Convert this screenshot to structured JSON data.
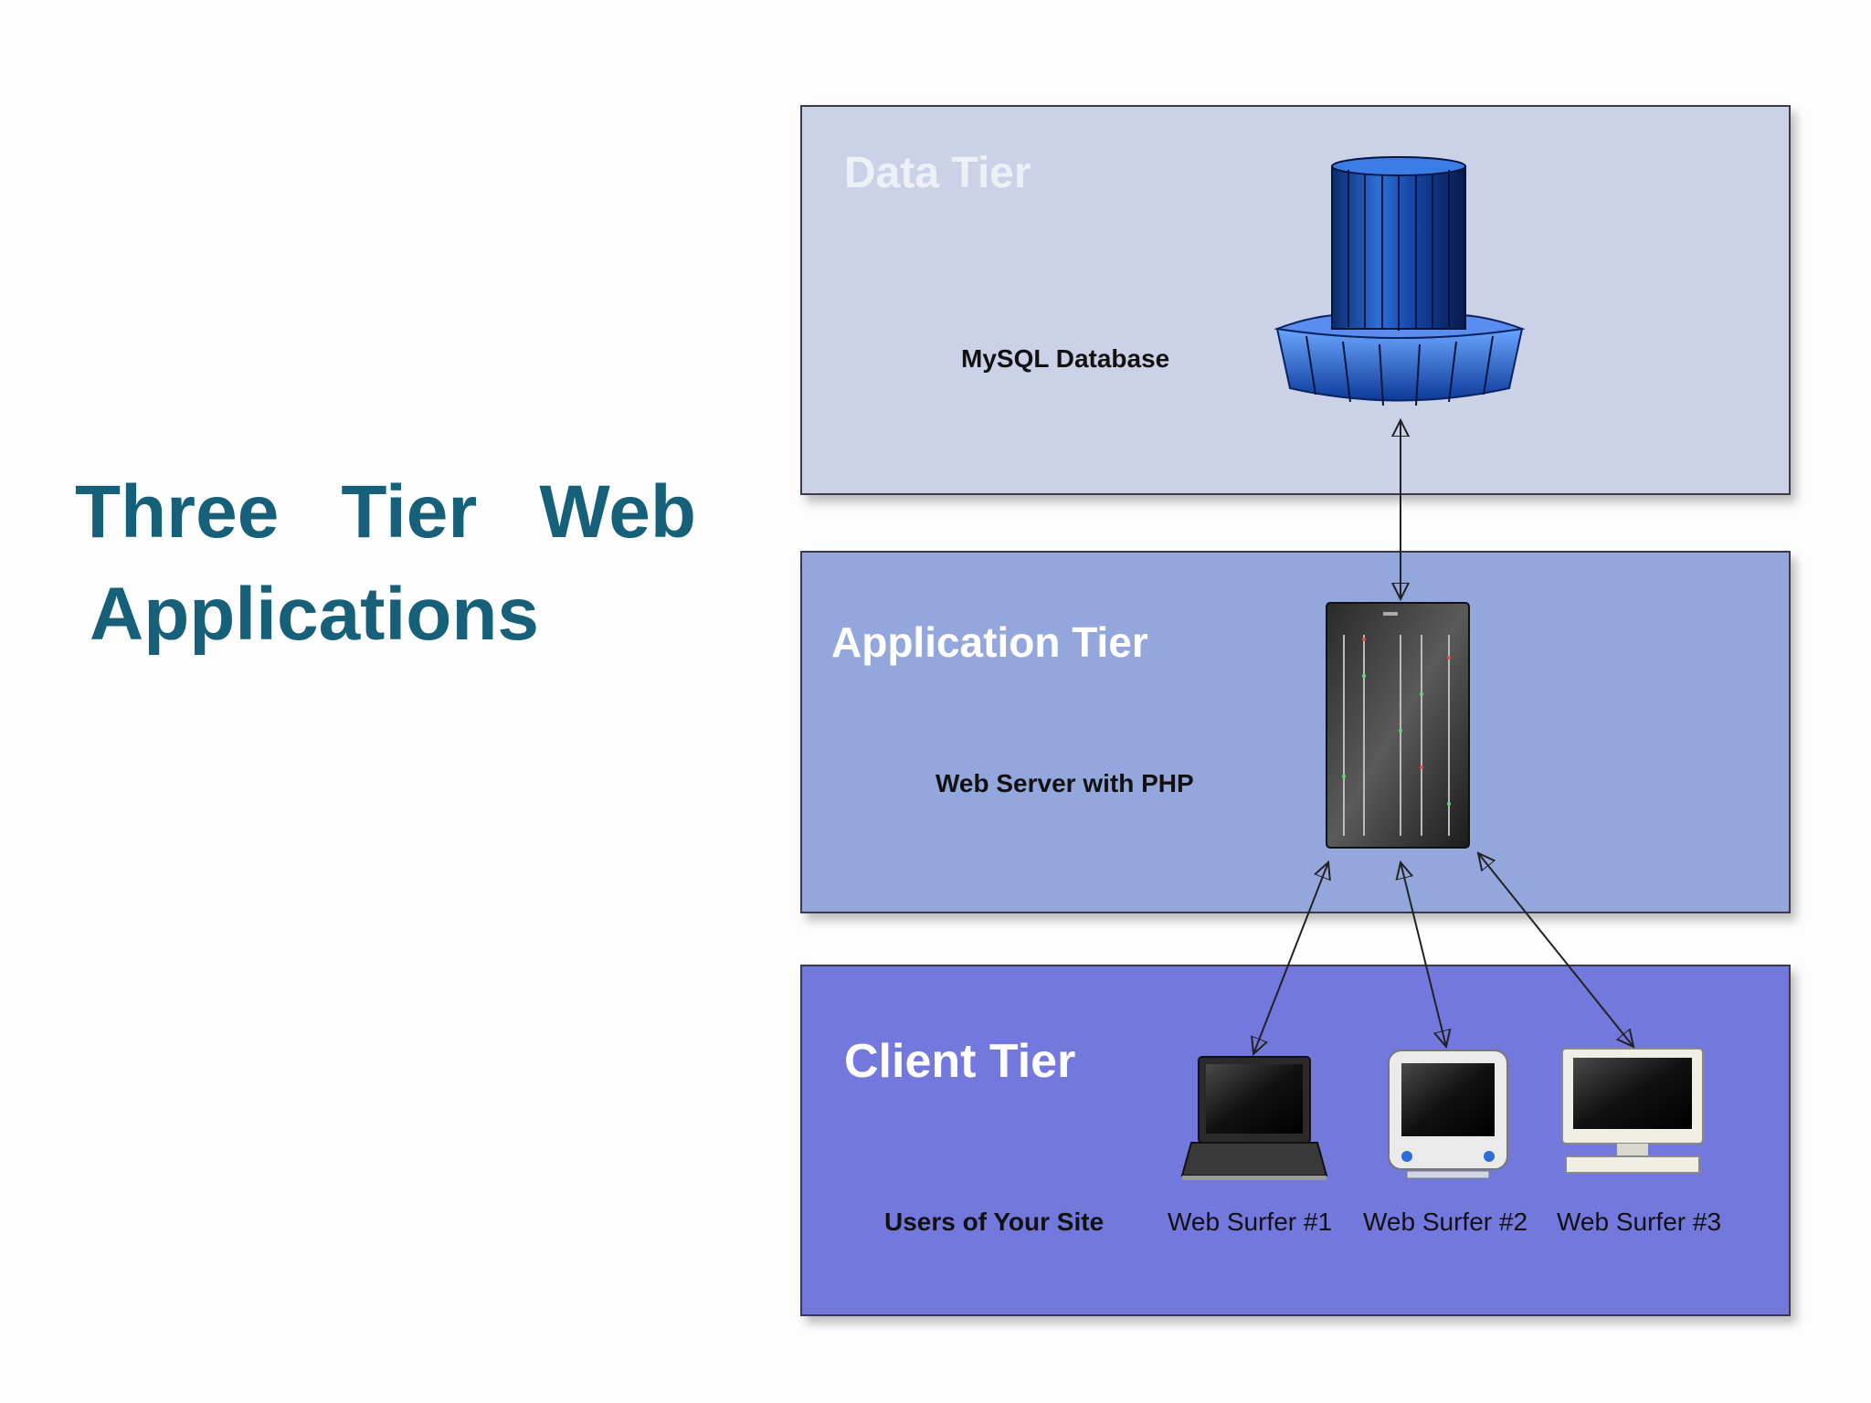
{
  "title": {
    "words_line1": [
      "Three",
      "Tier",
      "Web"
    ],
    "line2": "Applications"
  },
  "tiers": {
    "data": {
      "label": "Data Tier",
      "component": "MySQL Database",
      "icon": "database-cylinder-icon"
    },
    "application": {
      "label": "Application Tier",
      "component": "Web Server with PHP",
      "icon": "server-tower-icon"
    },
    "client": {
      "label": "Client Tier",
      "caption": "Users of Your Site",
      "clients": [
        {
          "label": "Web Surfer #1",
          "icon": "laptop-icon"
        },
        {
          "label": "Web Surfer #2",
          "icon": "imac-icon"
        },
        {
          "label": "Web Surfer #3",
          "icon": "desktop-monitor-icon"
        }
      ]
    }
  },
  "colors": {
    "title": "#176079",
    "data_tier_bg": "#cbd1e6",
    "application_tier_bg": "#94a7dd",
    "client_tier_bg": "#7378dd",
    "tier_label": "#ffffff"
  }
}
